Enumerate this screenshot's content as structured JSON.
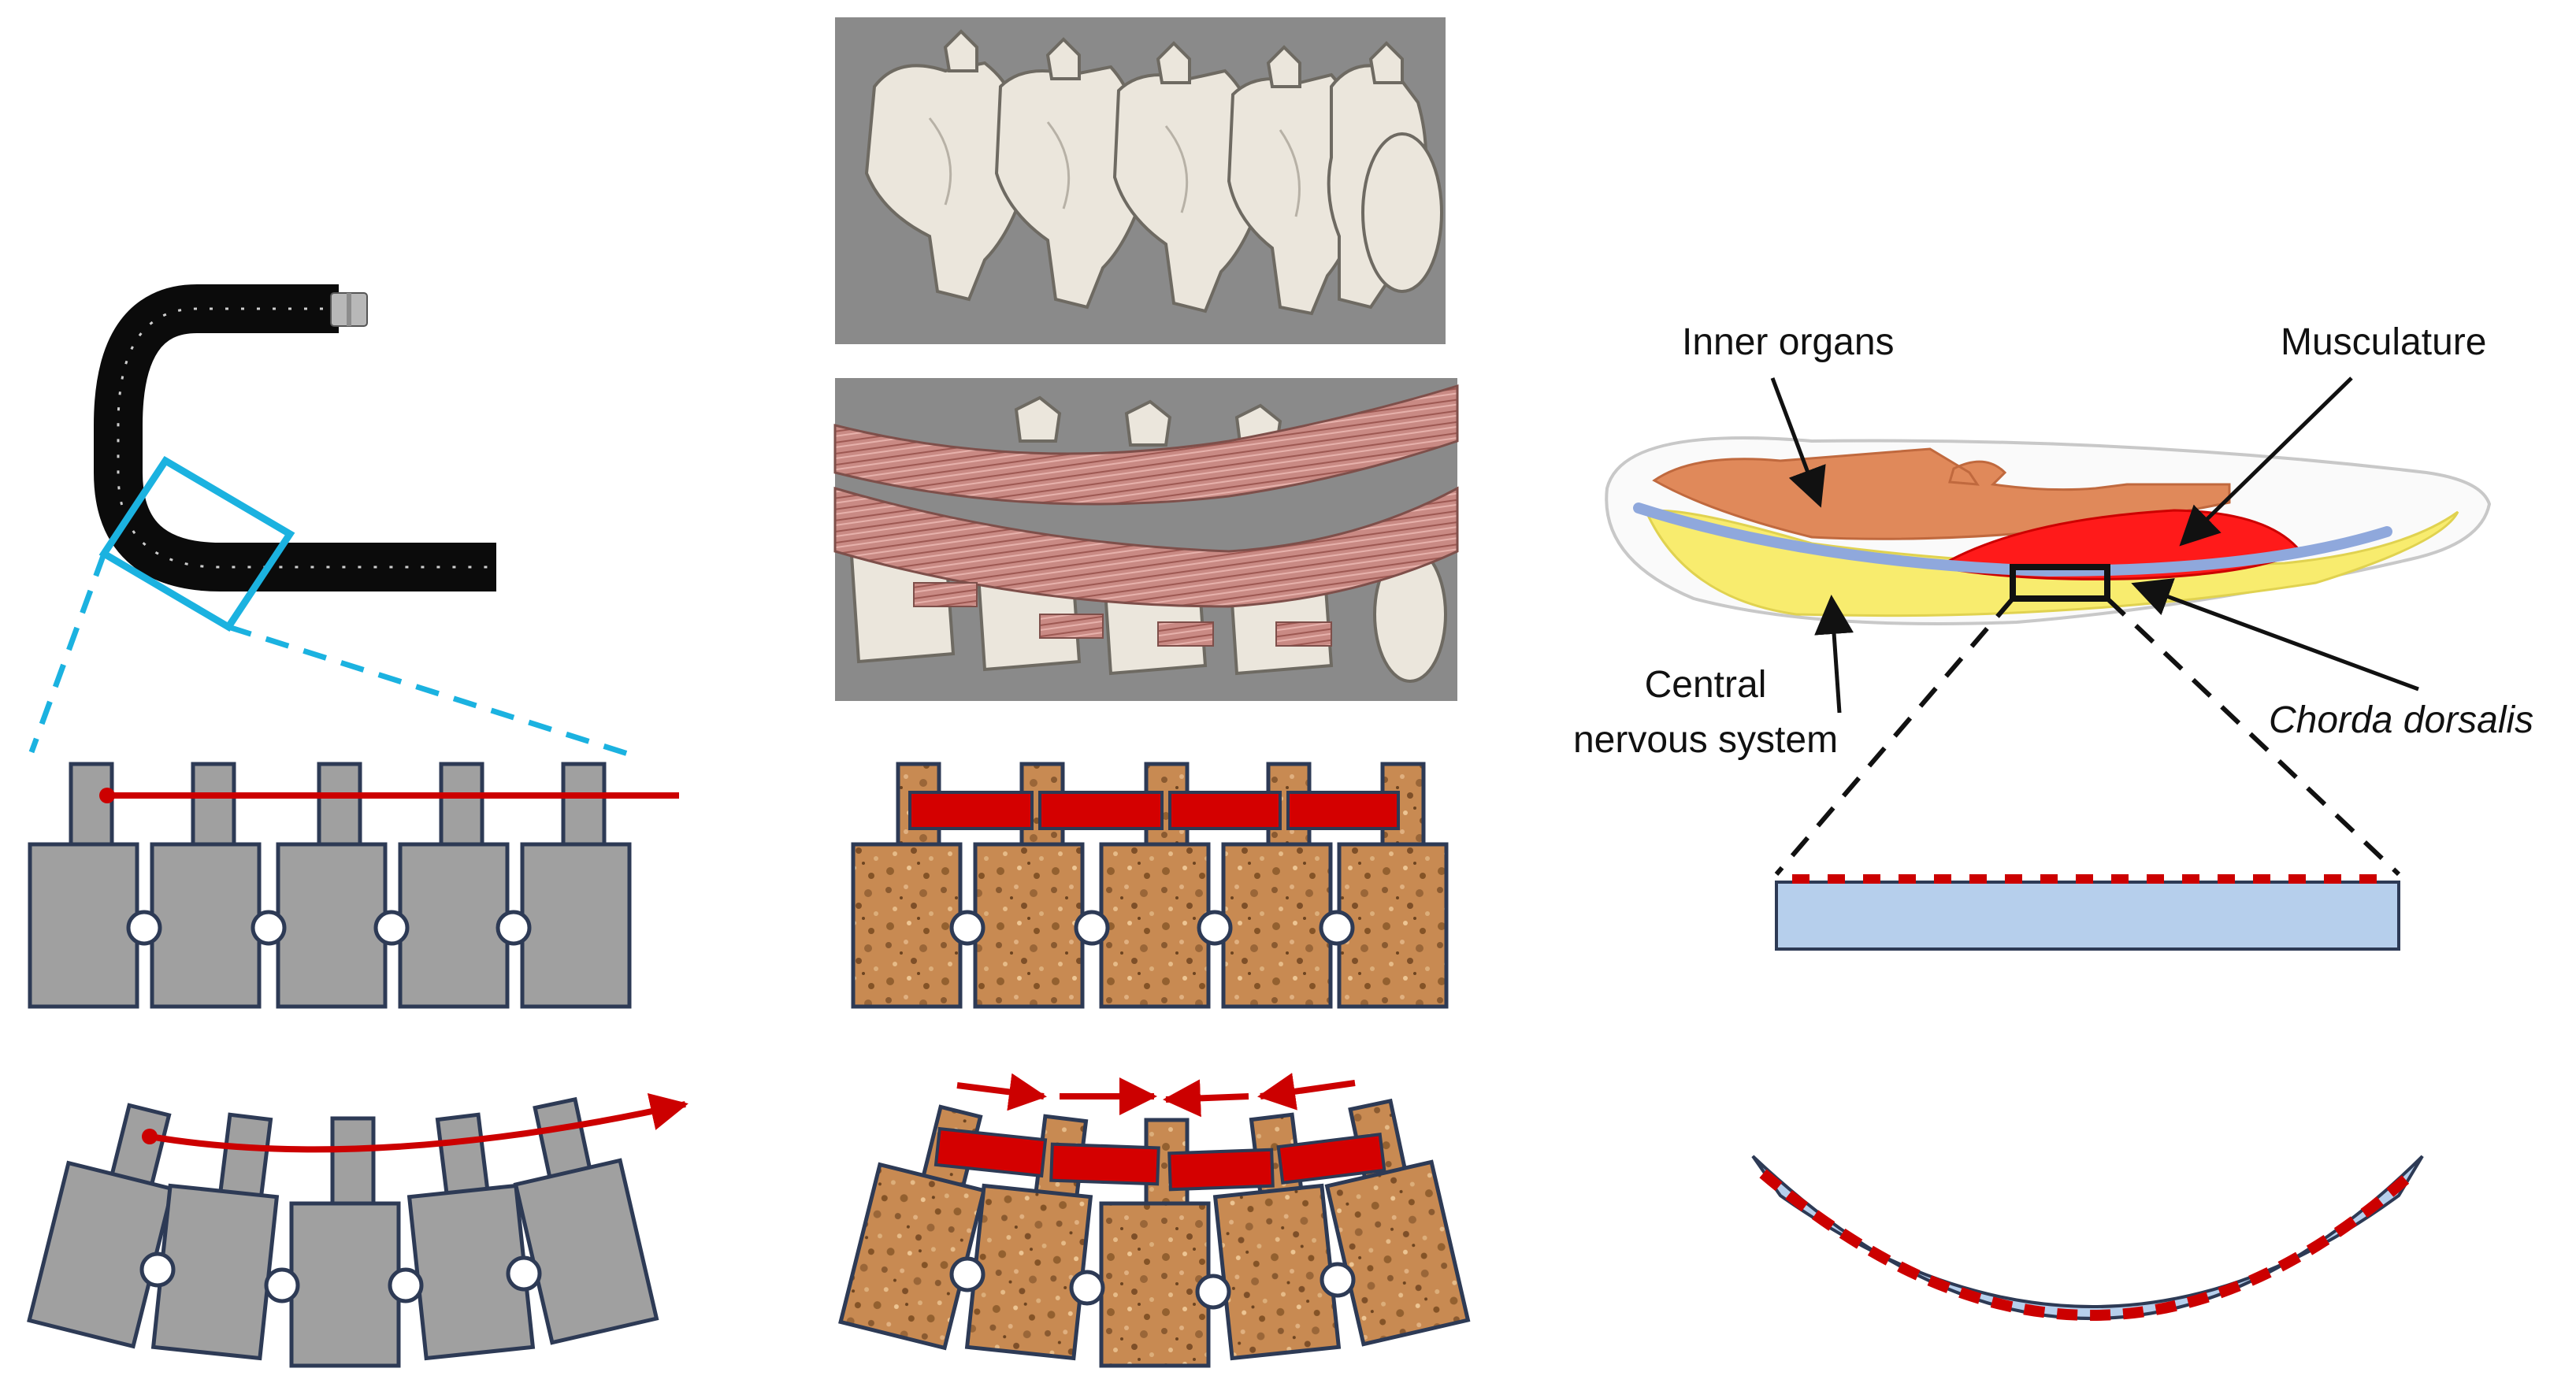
{
  "figure": {
    "labels": {
      "inner_organs": "Inner organs",
      "musculature": "Musculature",
      "cns_line1": "Central",
      "cns_line2": "nervous system",
      "chorda": "Chorda dorsalis"
    },
    "colors": {
      "catheter": "#0b0b0b",
      "zoom_box": "#1bb2e0",
      "vertebra_fill": "#a0a0a0",
      "vertebra_stroke": "#2d3a55",
      "cork_fill": "#c88a52",
      "joint": "#ffffff",
      "tendon": "#cc0000",
      "muscle_block": "#d40000",
      "ct_background": "#8a8a8a",
      "bone": "#ebe6dc",
      "muscle_fiber": "#bf7a74",
      "organ": "#e0895a",
      "muscle_red": "#ff1a1a",
      "nerve_yellow": "#f8ec6e",
      "chorda_blue": "#8fa8dc",
      "strip_blue": "#b6cfec"
    },
    "icons": {
      "catheter": "bent-catheter-icon",
      "ct_spine": "ct-spine-image",
      "ct_spine_muscles": "ct-spine-muscles-image",
      "fish": "fish-body-cross-section"
    }
  }
}
